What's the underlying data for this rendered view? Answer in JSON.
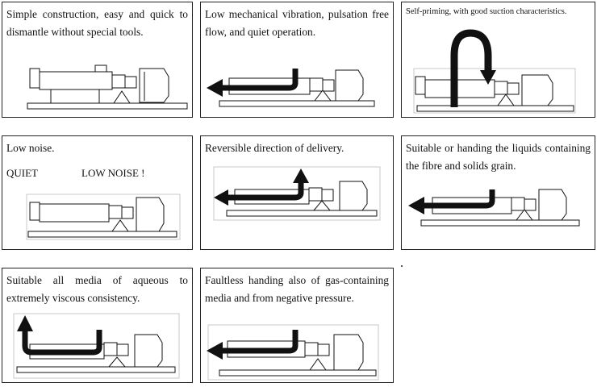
{
  "panels": [
    {
      "text": "Simple construction, easy and quick to dismantle without special tools."
    },
    {
      "text": "Low mechanical vibration, pulsation free flow, and quiet operation."
    },
    {
      "text": "Self-priming, with good suction characteristics."
    },
    {
      "text": "Low noise.",
      "extra": [
        "QUIET",
        "LOW NOISE !"
      ]
    },
    {
      "text": "Reversible direction of delivery."
    },
    {
      "text": "Suitable or handing the liquids containing the fibre and solids grain."
    },
    {
      "text": "Suitable all media of aqueous to extremely viscous consistency."
    },
    {
      "text": "Faultless handing also of gas-containing media and from negative pressure."
    }
  ]
}
